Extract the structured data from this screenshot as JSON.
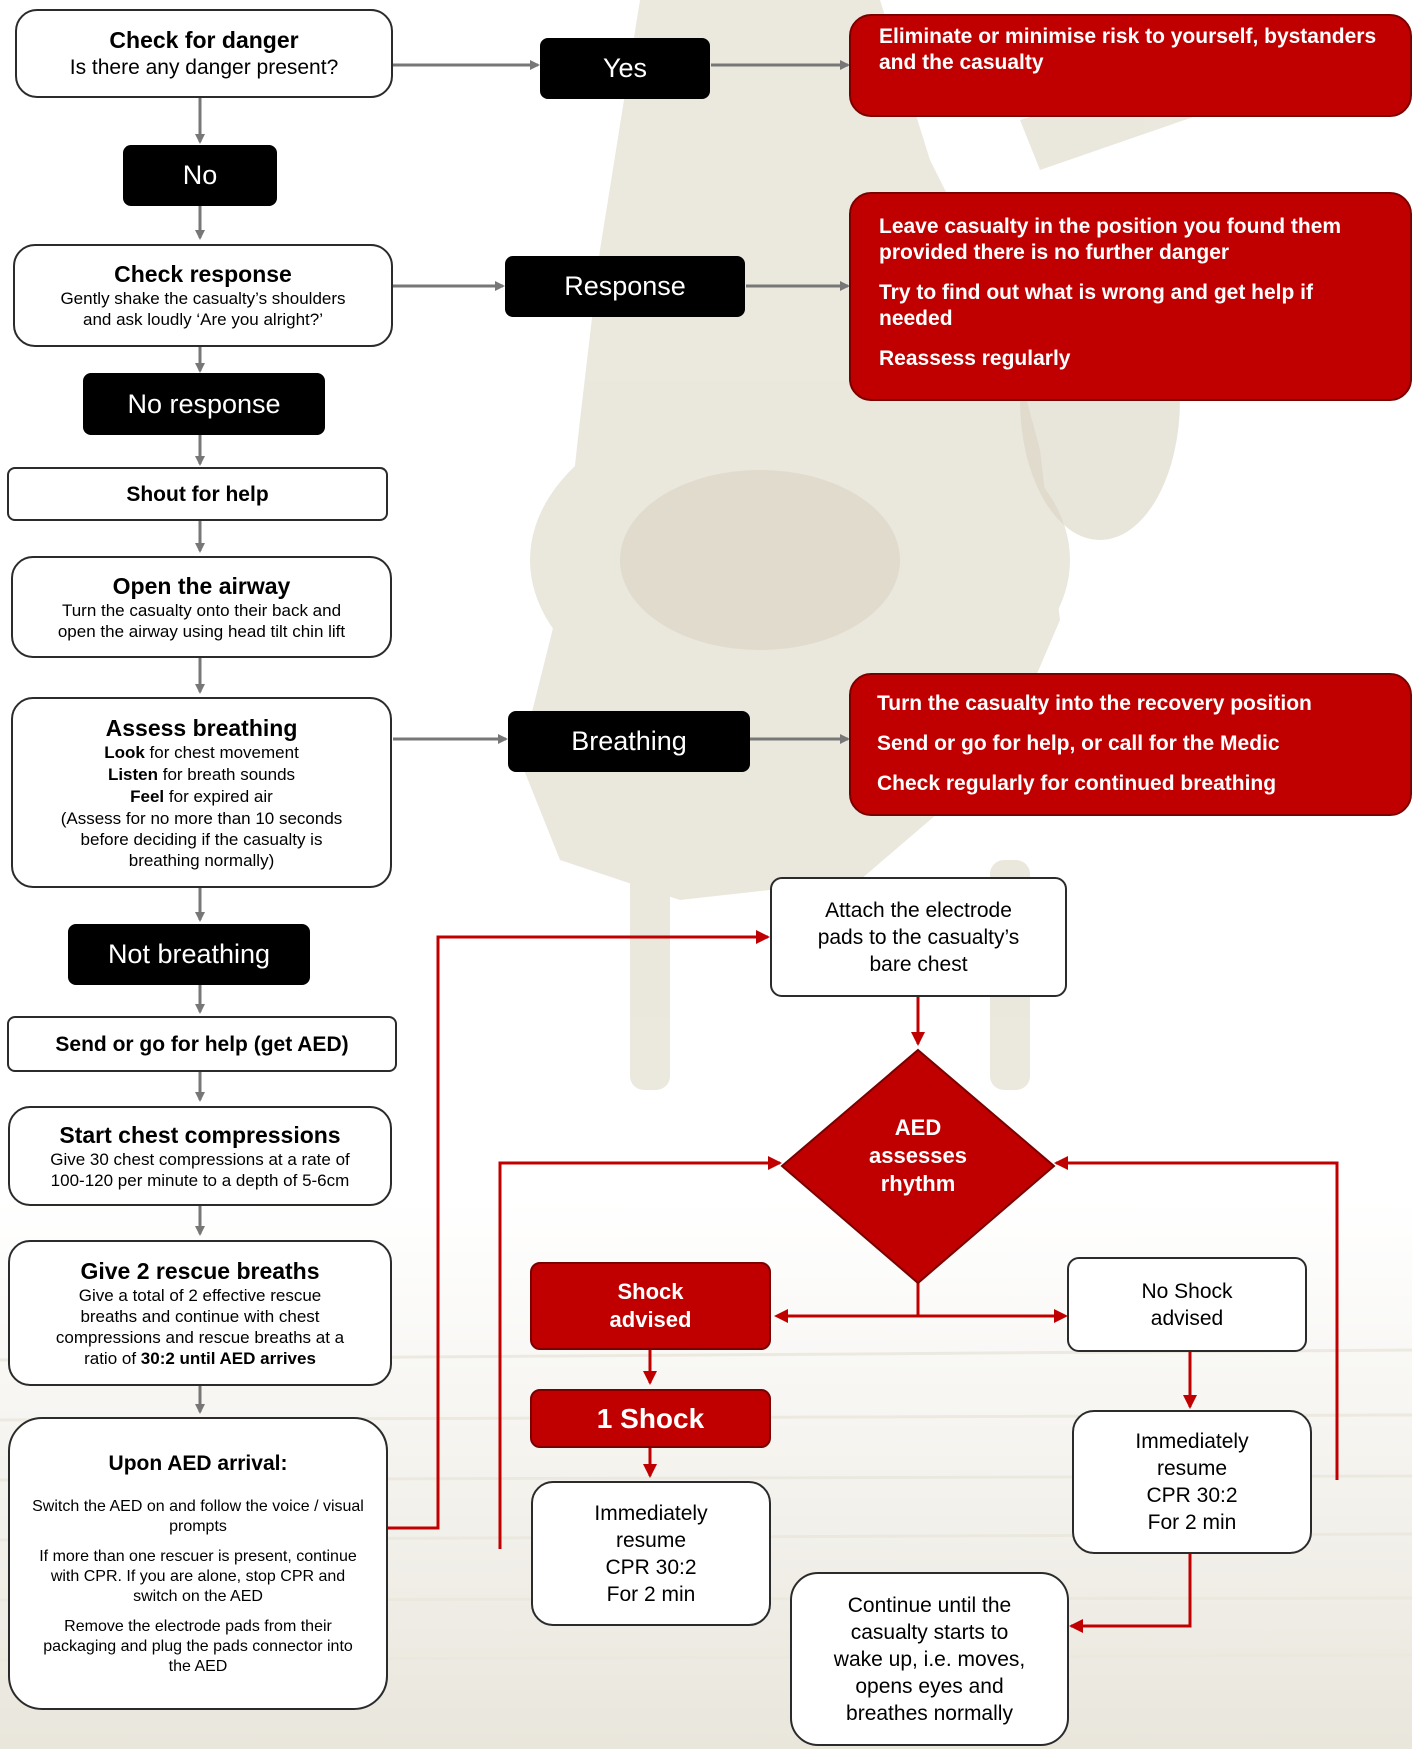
{
  "danger": {
    "title": "Check for danger",
    "subtitle": "Is there any danger present?"
  },
  "yes_label": "Yes",
  "yes_action": "Eliminate or minimise risk to yourself, bystanders and the casualty",
  "no_label": "No",
  "response_check": {
    "title": "Check response",
    "line1": "Gently shake the casualty’s shoulders",
    "line2": "and ask loudly ‘Are you alright?’"
  },
  "response_label": "Response",
  "response_actions": [
    "Leave casualty in the position you found them provided there is no further danger",
    "Try to find out what is wrong and get help if needed",
    "Reassess regularly"
  ],
  "no_response_label": "No response",
  "shout": "Shout for help",
  "airway": {
    "title": "Open the airway",
    "line1": "Turn the casualty onto their back and",
    "line2": "open the airway using head tilt chin lift"
  },
  "breathing_assess": {
    "title": "Assess breathing",
    "look_b": "Look",
    "look_t": " for chest movement",
    "listen_b": "Listen",
    "listen_t": " for breath sounds",
    "feel_b": "Feel",
    "feel_t": " for expired air",
    "note1": "(Assess for no more than 10 seconds",
    "note2": "before deciding if the casualty is",
    "note3": "breathing normally)"
  },
  "breathing_label": "Breathing",
  "breathing_actions": [
    "Turn the casualty into the recovery position",
    "Send or go for help, or call for the Medic",
    "Check regularly for continued breathing"
  ],
  "not_breathing_label": "Not breathing",
  "send_help": "Send or go for help (get AED)",
  "compressions": {
    "title": "Start chest compressions",
    "line1": "Give 30 chest compressions at a rate of",
    "line2": "100-120 per minute to a depth of 5-6cm"
  },
  "rescue": {
    "title": "Give 2 rescue breaths",
    "line1": "Give a total of 2 effective rescue",
    "line2": "breaths and continue with chest",
    "line3": "compressions and rescue breaths at a",
    "line4a": "ratio of ",
    "line4b": "30:2 until AED arrives"
  },
  "aed_arrival": {
    "title": "Upon AED arrival:",
    "p1": "Switch the AED on and follow the voice / visual prompts",
    "p2": "If more than one rescuer is present, continue with CPR. If you are alone, stop CPR and switch on the AED",
    "p3": "Remove the electrode pads from their packaging and plug the pads connector into the AED"
  },
  "attach_pads": {
    "line1": "Attach the electrode",
    "line2": "pads to the casualty’s",
    "line3": "bare chest"
  },
  "aed_assess": {
    "line1": "AED",
    "line2": "assesses",
    "line3": "rhythm"
  },
  "shock_advised": {
    "line1": "Shock",
    "line2": "advised"
  },
  "no_shock": {
    "line1": "No Shock",
    "line2": "advised"
  },
  "one_shock": "1 Shock",
  "resume_left": {
    "line1": "Immediately",
    "line2": "resume",
    "line3": "CPR 30:2",
    "line4": "For 2 min"
  },
  "resume_right": {
    "line1": "Immediately",
    "line2": "resume",
    "line3": "CPR 30:2",
    "line4": "For 2 min"
  },
  "continue": {
    "line1": "Continue until the",
    "line2": "casualty starts to",
    "line3": "wake up, i.e. moves,",
    "line4": "opens eyes and",
    "line5": "breathes normally"
  },
  "colors": {
    "accent_red": "#c00000",
    "pill_black": "#000000",
    "arrow_gray": "#777777",
    "arrow_red": "#c00000"
  }
}
